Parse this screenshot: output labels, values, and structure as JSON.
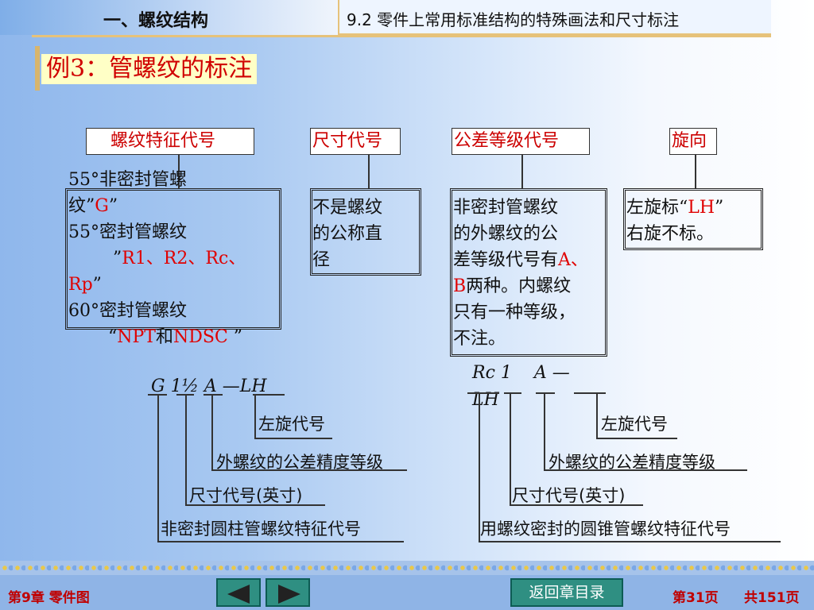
{
  "header": {
    "section_title": "一、螺纹结构",
    "chapter_title": "9.2 零件上常用标准结构的特殊画法和尺寸标注",
    "example_title": "例3：管螺纹的标注"
  },
  "labels": {
    "feature_code": "螺纹特征代号",
    "size_code": "尺寸代号",
    "tolerance_code": "公差等级代号",
    "direction": "旋向"
  },
  "feature_box": {
    "l1": "55°非密封管螺",
    "l2a": "纹”",
    "l2b": "G",
    "l2c": "”",
    "l3": "55°密封管螺纹",
    "l4a": "”",
    "l4b": "R1、R2、Rc、",
    "l5a": "Rp",
    "l5b": "”",
    "l6": "60°密封管螺纹",
    "l7a": "“",
    "l7b": "NPT",
    "l7c": "和",
    "l7d": "NDSC",
    "l7e": " ”"
  },
  "size_box": {
    "l1": "不是螺纹",
    "l2": "的公称直",
    "l3": "径"
  },
  "tolerance_box": {
    "l1": "非密封管螺纹",
    "l2": "的外螺纹的公",
    "l3a": "差等级代号有",
    "l3b": "A、",
    "l4a": "B",
    "l4b": "两种。内螺纹",
    "l5": "只有一种等级，",
    "l6": "不注。"
  },
  "direction_box": {
    "l1a": "左旋标“",
    "l1b": "LH",
    "l1c": "”",
    "l2": "右旋不标。"
  },
  "left_example": {
    "notation": "G 1½ A —LH",
    "ann_lh": "左旋代号",
    "ann_tol": "外螺纹的公差精度等级",
    "ann_size": "尺寸代号(英寸)",
    "ann_feature": "非密封圆柱管螺纹特征代号"
  },
  "right_example": {
    "notation_line1": "Rc 1    A —",
    "notation_line2": "LH",
    "ann_lh": "左旋代号",
    "ann_tol": "外螺纹的公差精度等级",
    "ann_size": "尺寸代号(英寸)",
    "ann_feature": "用螺纹密封的圆锥管螺纹特征代号"
  },
  "footer": {
    "chapter": "第9章 零件图",
    "return_button": "返回章目录",
    "page": "第31页",
    "total": "共151页"
  },
  "colors": {
    "accent_red": "#e00000",
    "button_teal": "#2f8f82",
    "gold_line": "#e6c27a"
  }
}
